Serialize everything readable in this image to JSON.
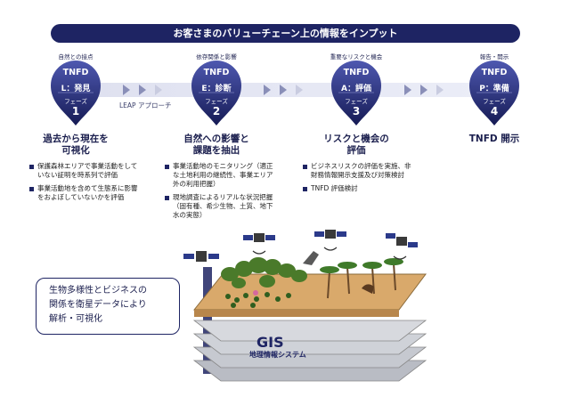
{
  "banner": "お客さまのバリューチェーン上の情報をインプット",
  "leap_label": "LEAP アプローチ",
  "phases": [
    {
      "arc": "自然との接点",
      "tnfd": "TNFD",
      "code": "L：発見",
      "phase_word": "フェーズ",
      "number": "1",
      "title_line1": "過去から現在を",
      "title_line2": "可視化",
      "bullets": [
        "保護森林エリアで事業活動をしていない証明を時系列で評価",
        "事業活動地を含めて生態系に影響をおよぼしていないかを評価"
      ]
    },
    {
      "arc": "依存関係と影響",
      "tnfd": "TNFD",
      "code": "E：診断",
      "phase_word": "フェーズ",
      "number": "2",
      "title_line1": "自然への影響と",
      "title_line2": "課題を抽出",
      "bullets": [
        "事業活動地のモニタリング（適正な土地利用の継続性、事業エリア外の利用把握）",
        "現地調査によるリアルな状況把握（固有種、希少生物、土質、地下水の実態）"
      ]
    },
    {
      "arc": "重要なリスクと機会",
      "tnfd": "TNFD",
      "code": "A：評価",
      "phase_word": "フェーズ",
      "number": "3",
      "title_line1": "リスクと機会の",
      "title_line2": "評価",
      "bullets": [
        "ビジネスリスクの評価を実施、非財務情報開示支援及び対策検討",
        "TNFD 評価検討"
      ]
    },
    {
      "arc": "報告・開示",
      "tnfd": "TNFD",
      "code": "P：準備",
      "phase_word": "フェーズ",
      "number": "4",
      "title_line1": "TNFD 開示",
      "title_line2": "",
      "bullets": []
    }
  ],
  "callout": {
    "line1": "生物多様性とビジネスの",
    "line2": "関係を衛星データにより",
    "line3": "解析・可視化"
  },
  "gis": {
    "title": "GIS",
    "subtitle": "地理情報システム"
  },
  "colors": {
    "navy": "#1e2463",
    "pin_light": "#4e58b0",
    "pin_dark": "#161b55",
    "field": "#d9a96b",
    "tree": "#4a7a2a",
    "layer": "#a9acb5"
  }
}
